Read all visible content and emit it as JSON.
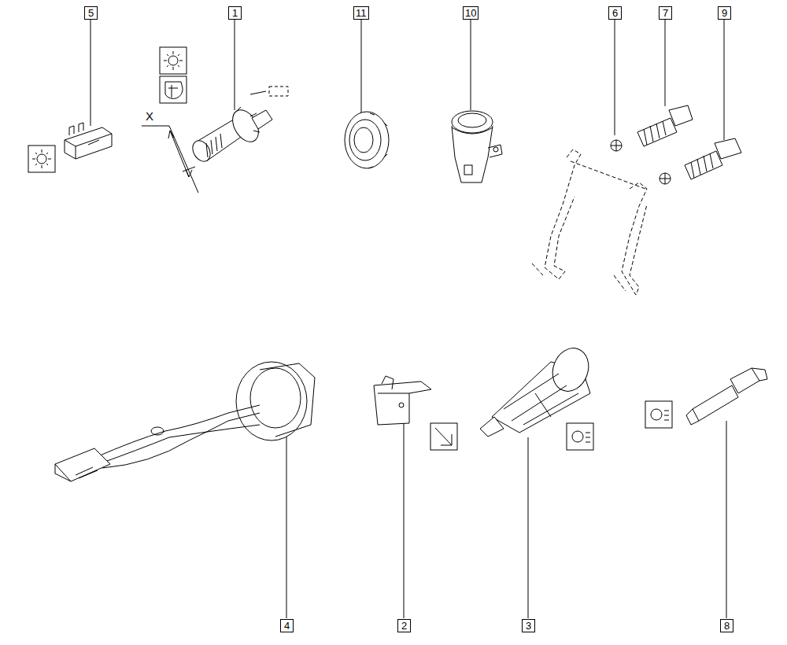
{
  "diagram": {
    "labels": [
      "5",
      "1",
      "11",
      "10",
      "6",
      "7",
      "9",
      "X",
      "4",
      "2",
      "3",
      "8"
    ]
  }
}
